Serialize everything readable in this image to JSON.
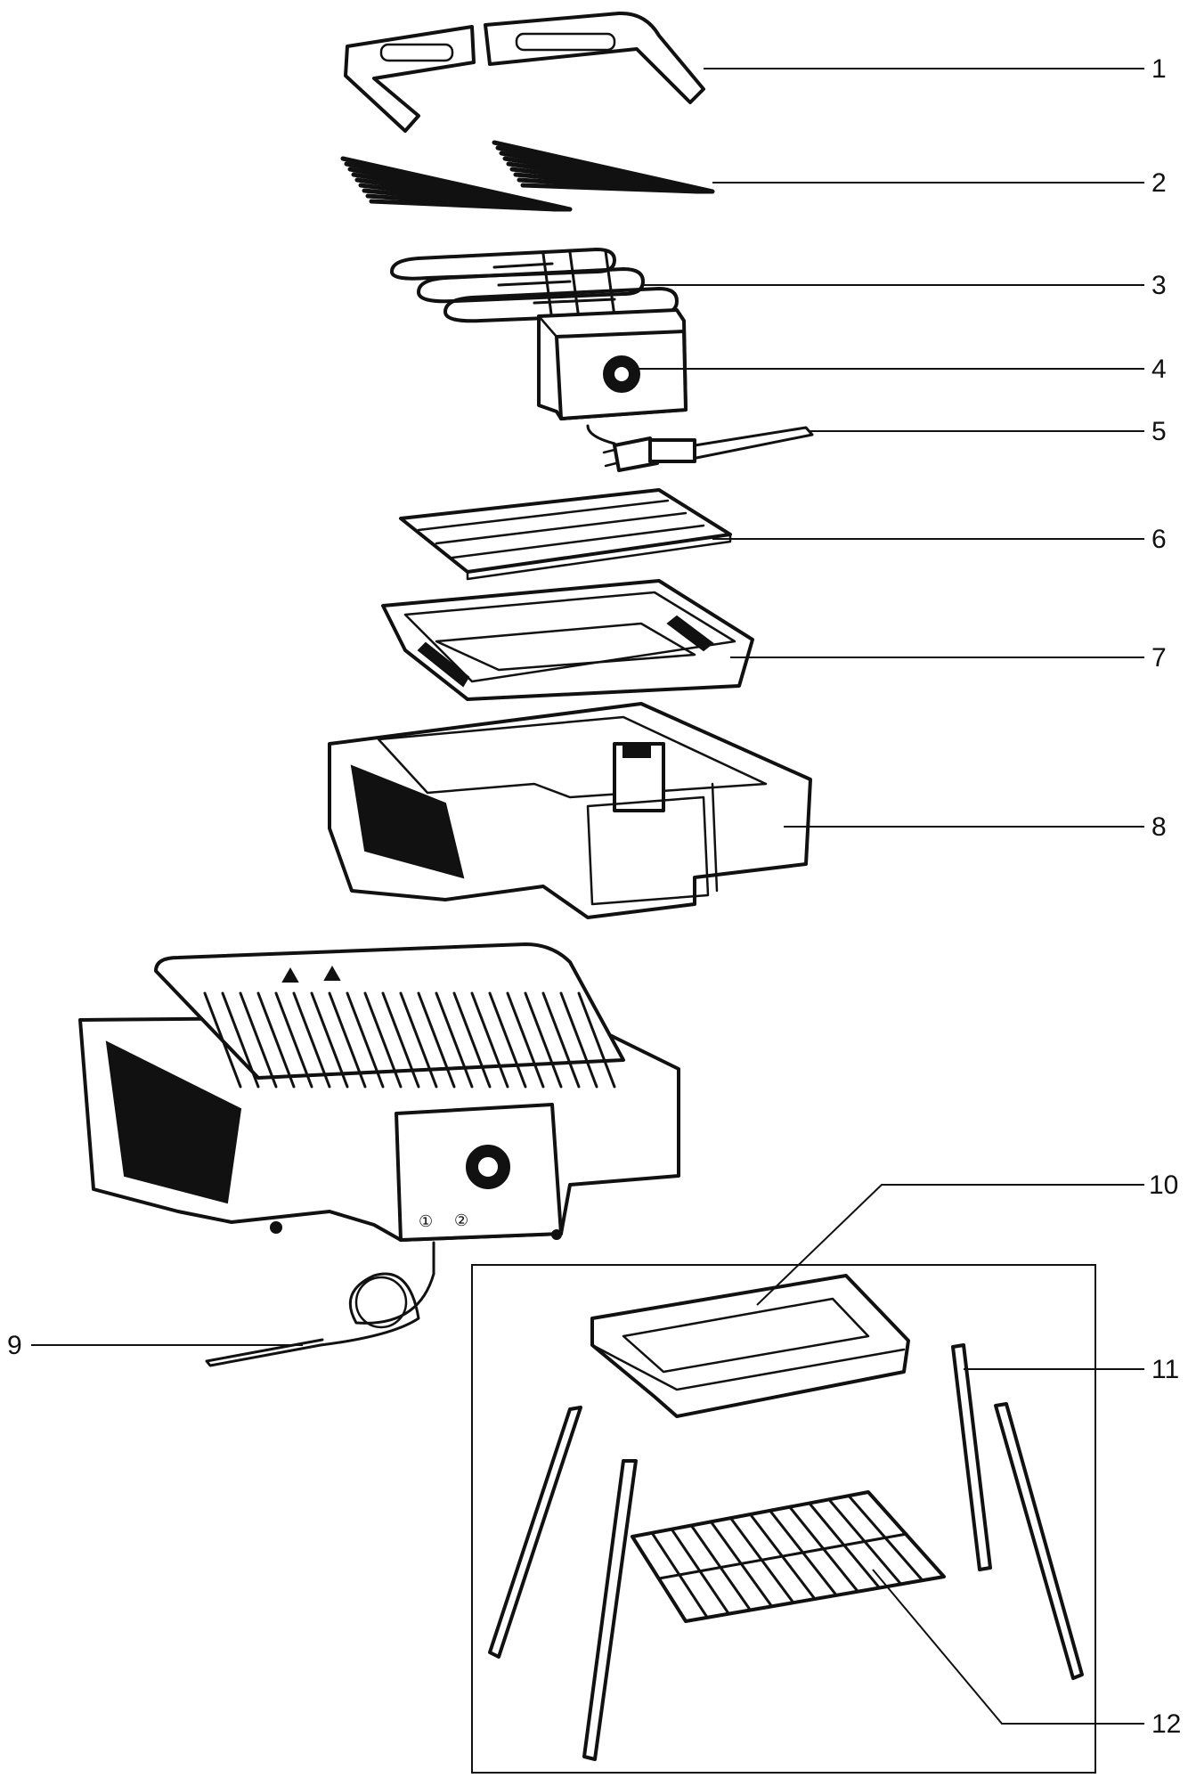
{
  "callouts": [
    {
      "id": "1"
    },
    {
      "id": "2"
    },
    {
      "id": "3"
    },
    {
      "id": "4"
    },
    {
      "id": "5"
    },
    {
      "id": "6"
    },
    {
      "id": "7"
    },
    {
      "id": "8"
    },
    {
      "id": "9"
    },
    {
      "id": "10"
    },
    {
      "id": "11"
    },
    {
      "id": "12"
    }
  ],
  "control_markings": {
    "marker_1": "①",
    "marker_2": "②"
  }
}
